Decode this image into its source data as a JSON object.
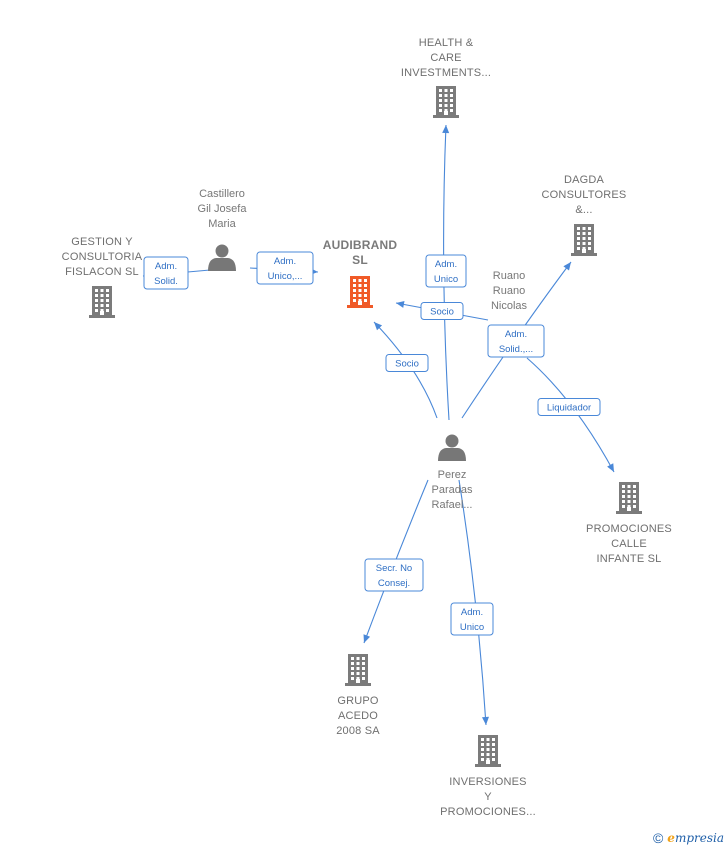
{
  "nodes": [
    {
      "id": "audibrand",
      "kind": "company",
      "main": true,
      "lines": [
        "AUDIBRAND",
        "SL"
      ]
    },
    {
      "id": "health",
      "kind": "company",
      "lines": [
        "HEALTH &",
        "CARE",
        "INVESTMENTS..."
      ]
    },
    {
      "id": "dagda",
      "kind": "company",
      "lines": [
        "DAGDA",
        "CONSULTORES",
        "&..."
      ]
    },
    {
      "id": "gestion",
      "kind": "company",
      "lines": [
        "GESTION Y",
        "CONSULTORIA",
        "FISLACON SL"
      ]
    },
    {
      "id": "castillero",
      "kind": "person",
      "lines": [
        "Castillero",
        "Gil Josefa",
        "Maria"
      ]
    },
    {
      "id": "ruano",
      "kind": "person",
      "lines": [
        "Ruano",
        "Ruano",
        "Nicolas"
      ]
    },
    {
      "id": "perez",
      "kind": "person",
      "lines": [
        "Perez",
        "Paradas",
        "Rafael..."
      ]
    },
    {
      "id": "promociones",
      "kind": "company",
      "lines": [
        "PROMOCIONES",
        "CALLE",
        "INFANTE  SL"
      ]
    },
    {
      "id": "grupo",
      "kind": "company",
      "lines": [
        "GRUPO",
        "ACEDO",
        "2008 SA"
      ]
    },
    {
      "id": "inversiones",
      "kind": "company",
      "lines": [
        "INVERSIONES",
        "Y",
        "PROMOCIONES..."
      ]
    }
  ],
  "edges": [
    {
      "id": "castillero-gestion",
      "from": "castillero",
      "to": "gestion",
      "lines": [
        "Adm.",
        "Solid."
      ]
    },
    {
      "id": "castillero-audibrand",
      "from": "castillero",
      "to": "audibrand",
      "lines": [
        "Adm.",
        "Unico,..."
      ]
    },
    {
      "id": "perez-health",
      "from": "perez",
      "to": "health",
      "lines": [
        "Adm.",
        "Unico"
      ]
    },
    {
      "id": "ruano-audibrand",
      "from": "ruano",
      "to": "audibrand",
      "lines": [
        "Socio"
      ]
    },
    {
      "id": "perez-dagda",
      "from": "perez",
      "to": "dagda",
      "lines": [
        "Adm.",
        "Solid.,..."
      ]
    },
    {
      "id": "perez-audibrand",
      "from": "perez",
      "to": "audibrand",
      "lines": [
        "Socio"
      ]
    },
    {
      "id": "ruano-promociones",
      "from": "ruano",
      "to": "promociones",
      "lines": [
        "Liquidador"
      ]
    },
    {
      "id": "perez-grupo",
      "from": "perez",
      "to": "grupo",
      "lines": [
        "Secr.  No",
        "Consej."
      ]
    },
    {
      "id": "perez-inversiones",
      "from": "perez",
      "to": "inversiones",
      "lines": [
        "Adm.",
        "Unico"
      ]
    }
  ],
  "brand": {
    "copyright": "©",
    "name_initial": "e",
    "name_rest": "mpresia"
  },
  "colors": {
    "edge": "#4a88d8",
    "main_company": "#f05a28",
    "company": "#7b7b7b",
    "person": "#777777"
  }
}
